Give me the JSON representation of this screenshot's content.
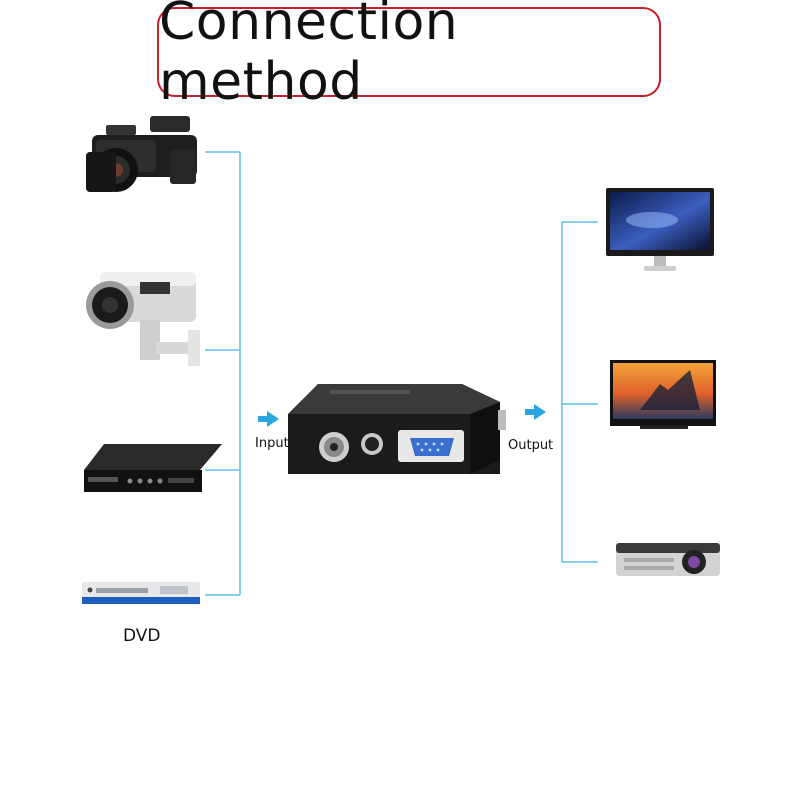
{
  "title": "Connection method",
  "labels": {
    "input": "Input",
    "output": "Output",
    "dvd": "DVD"
  },
  "colors": {
    "title_border": "#c8202a",
    "connector_line": "#5bc0e8",
    "arrow": "#2aa7e0",
    "device_body": "#1c1c1c"
  },
  "inputs": [
    {
      "icon": "camcorder-icon"
    },
    {
      "icon": "cctv-camera-icon"
    },
    {
      "icon": "dvr-icon"
    },
    {
      "icon": "dvd-player-icon"
    }
  ],
  "outputs": [
    {
      "icon": "monitor-icon"
    },
    {
      "icon": "tv-icon"
    },
    {
      "icon": "projector-icon"
    }
  ],
  "converter": {
    "icon": "av-to-vga-converter-icon"
  }
}
